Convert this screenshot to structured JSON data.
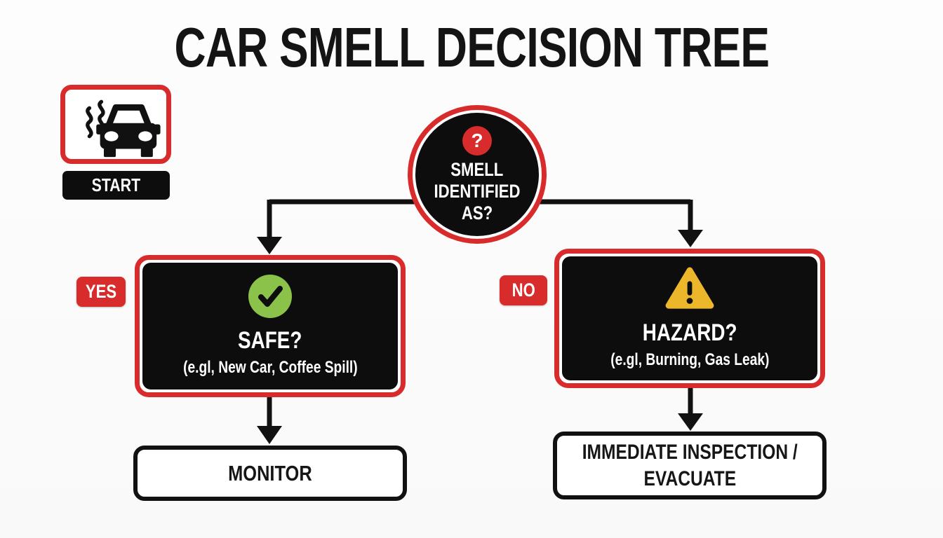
{
  "title": "CAR SMELL DECISION TREE",
  "start": {
    "label": "START",
    "icon": "car-with-smell-icon"
  },
  "decision": {
    "badge": "?",
    "lines": [
      "SMELL",
      "IDENTIFIED",
      "AS?"
    ]
  },
  "branches": {
    "yes": {
      "label": "YES",
      "question": "SAFE?",
      "examples": "(e.gl, New Car, Coffee Spill)",
      "icon": "check-circle-icon",
      "outcome": "MONITOR"
    },
    "no": {
      "label": "NO",
      "question": "HAZARD?",
      "examples": "(e.gl, Burning, Gas Leak)",
      "icon": "warning-triangle-icon",
      "outcome_lines": [
        "IMMEDIATE INSPECTION /",
        "EVACUATE"
      ]
    }
  },
  "colors": {
    "red": "#D82B2B",
    "black": "#0D0D0D",
    "green": "#8BC34A",
    "yellow": "#EDB72C",
    "white": "#FFFFFF"
  }
}
